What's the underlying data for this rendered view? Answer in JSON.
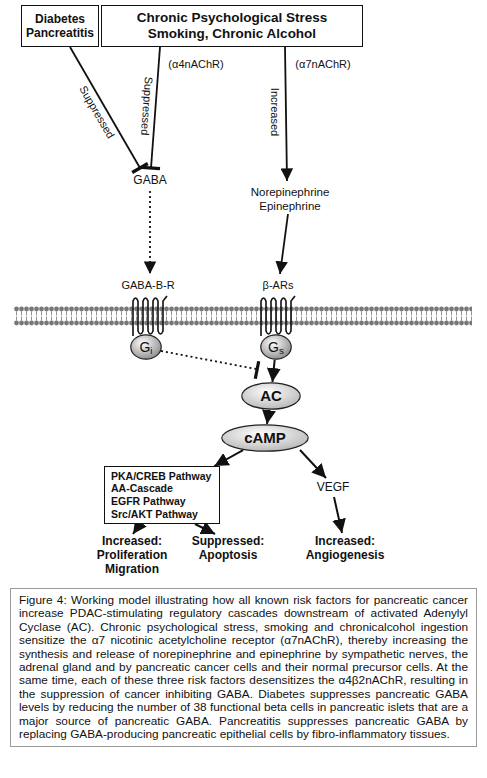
{
  "diagram": {
    "caption": "Figure 4: Working model illustrating how all known risk factors for pancreatic cancer increase PDAC-stimulating regulatory cascades downstream of activated Adenylyl Cyclase (AC). Chronic psychological stress, smoking and chronicalcohol ingestion sensitize the α7 nicotinic acetylcholine receptor (α7nAChR), thereby increasing the synthesis and release of norepinephrine and epinephrine by sympathetic nerves, the adrenal gland and by pancreatic cancer cells and their normal precursor cells. At the same time, each of these three risk factors desensitizes the α4β2nAChR, resulting in the suppression of cancer inhibiting GABA. Diabetes suppresses pancreatic GABA levels by reducing the number of 38 functional beta cells in pancreatic islets that are a major source of pancreatic GABA. Pancreatitis suppresses pancreatic GABA by replacing GABA-producing pancreatic epithelial cells by fibro-inflammatory tissues.",
    "nodes": [
      {
        "text": [
          "Diabetes",
          "Pancreatitis"
        ]
      },
      {
        "text": [
          "Chronic Psychological Stress",
          "Smoking, Chronic Alcohol"
        ]
      },
      {
        "text": [
          "G",
          "i"
        ]
      },
      {
        "text": [
          "G",
          "s"
        ]
      },
      {
        "text": [
          "AC"
        ]
      },
      {
        "text": [
          "cAMP"
        ]
      },
      {
        "text": [
          "PKA/CREB Pathway",
          "AA-Cascade",
          "EGFR Pathway",
          "Src/AKT Pathway"
        ]
      }
    ],
    "edges": [
      {
        "from": 3,
        "to": 4,
        "arrow": "to"
      },
      {
        "from": 4,
        "to": 5,
        "arrow": "to"
      },
      {
        "from": 5,
        "to": 6,
        "arrow": "to"
      }
    ],
    "labels": [
      "Suppressed",
      "Suppressed",
      "(α4nAChR)",
      "Increased",
      "(α7nAChR)",
      "GABA",
      "Norepinephrine",
      "Epinephrine",
      "GABA-B-R",
      "β-ARs",
      "VEGF",
      "Increased:",
      "Proliferation",
      "Migration",
      "Suppressed:",
      "Apoptosis",
      "Increased:",
      "Angiogenesis"
    ]
  }
}
